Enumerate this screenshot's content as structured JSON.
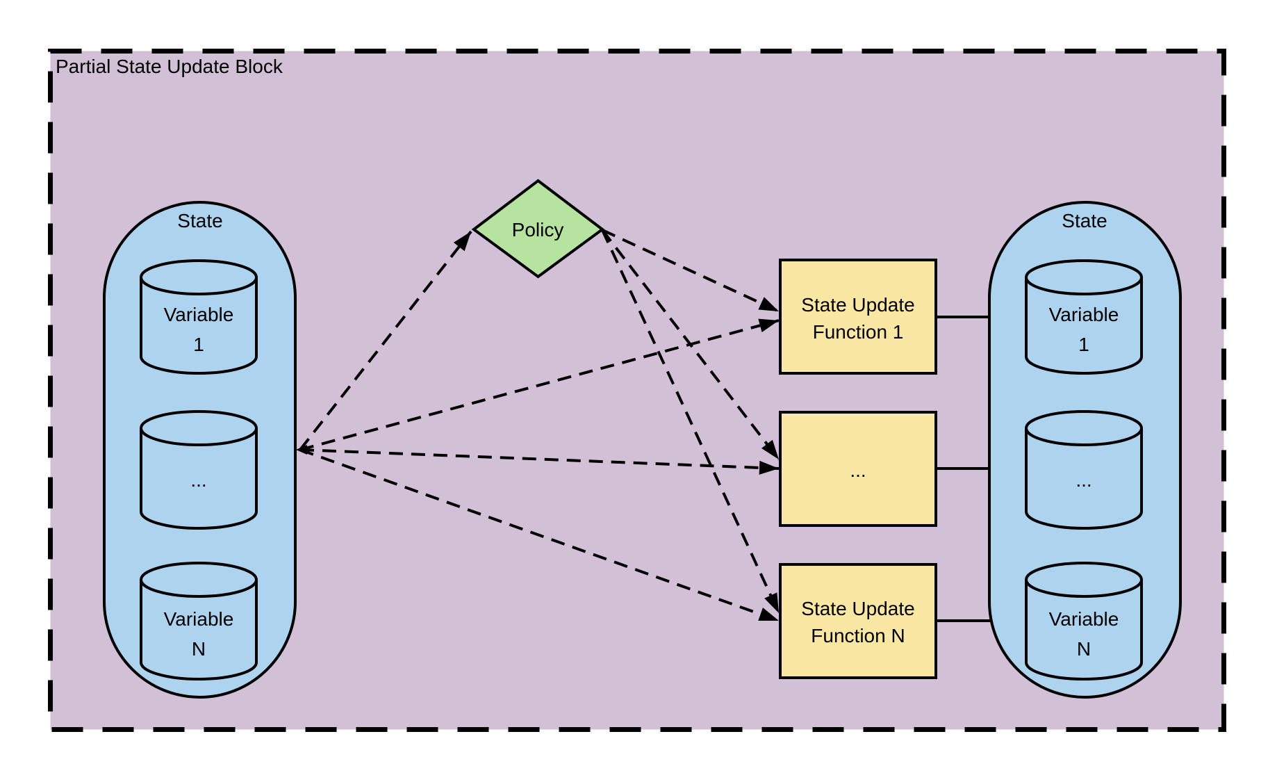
{
  "title": "Partial State Update Block",
  "colors": {
    "block_fill": "#d1c0d6",
    "state_fill": "#aed3ee",
    "policy_fill": "#b7e3a1",
    "function_fill": "#fbe7a4",
    "line": "#000000"
  },
  "left_state": {
    "label": "State",
    "variables": [
      {
        "line1": "Variable",
        "line2": "1"
      },
      {
        "line1": "...",
        "line2": ""
      },
      {
        "line1": "Variable",
        "line2": "N"
      }
    ]
  },
  "policy": {
    "label": "Policy"
  },
  "update_functions": [
    {
      "line1": "State Update",
      "line2": "Function 1"
    },
    {
      "line1": "...",
      "line2": ""
    },
    {
      "line1": "State Update",
      "line2": "Function N"
    }
  ],
  "right_state": {
    "label": "State",
    "variables": [
      {
        "line1": "Variable",
        "line2": "1"
      },
      {
        "line1": "...",
        "line2": ""
      },
      {
        "line1": "Variable",
        "line2": "N"
      }
    ]
  }
}
